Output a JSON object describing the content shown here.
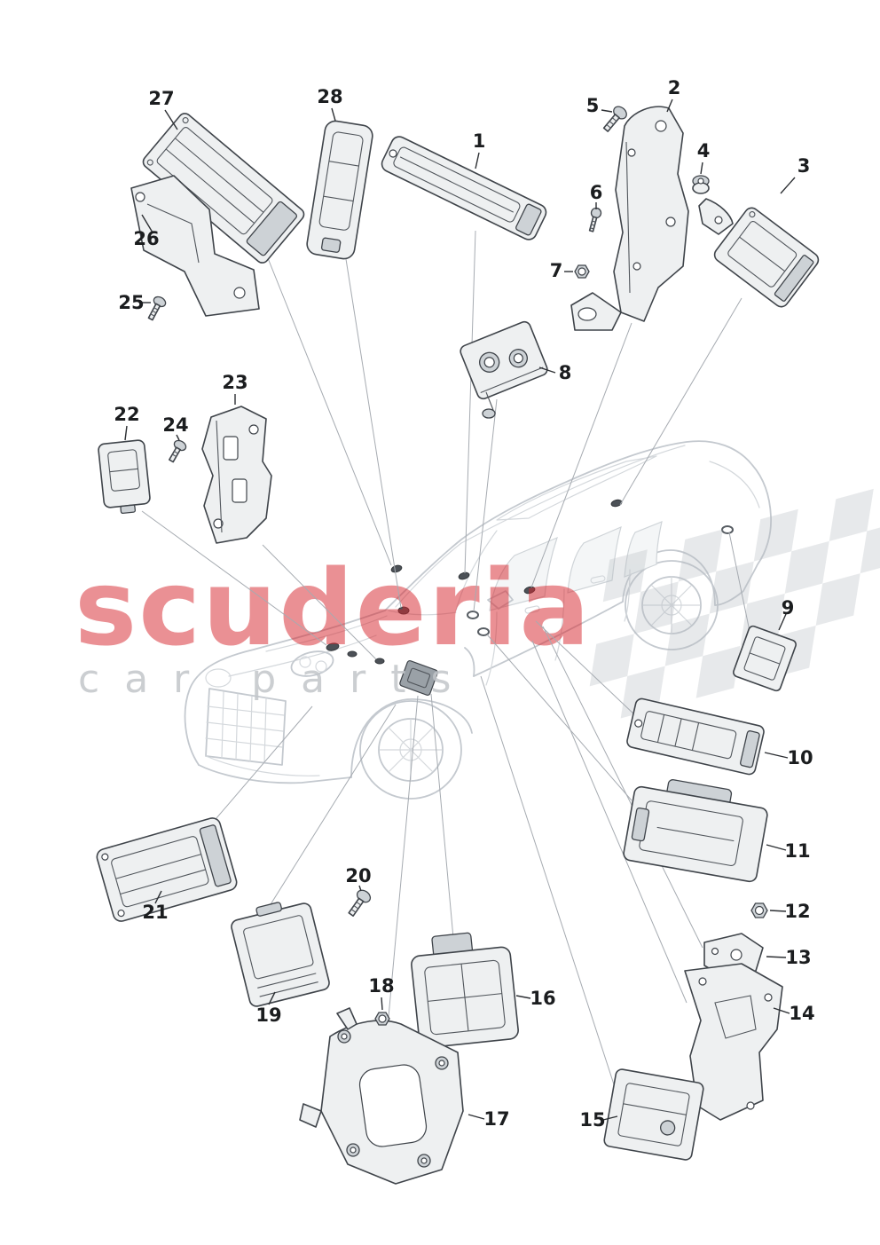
{
  "watermark": {
    "brand": "scuderia",
    "subtitle": "car parts",
    "brand_color": "#d6242b",
    "subtitle_color": "#c2c6ca"
  },
  "diagram": {
    "description": "Exploded parts diagram of vehicle electronic control modules, brackets and fasteners",
    "labels": {
      "l1": "1",
      "l2": "2",
      "l3": "3",
      "l4": "4",
      "l5": "5",
      "l6": "6",
      "l7": "7",
      "l8": "8",
      "l9": "9",
      "l10": "10",
      "l11": "11",
      "l12": "12",
      "l13": "13",
      "l14": "14",
      "l15": "15",
      "l16": "16",
      "l17": "17",
      "l18": "18",
      "l19": "19",
      "l20": "20",
      "l21": "21",
      "l22": "22",
      "l23": "23",
      "l24": "24",
      "l25": "25",
      "l26": "26",
      "l27": "27",
      "l28": "28"
    }
  }
}
